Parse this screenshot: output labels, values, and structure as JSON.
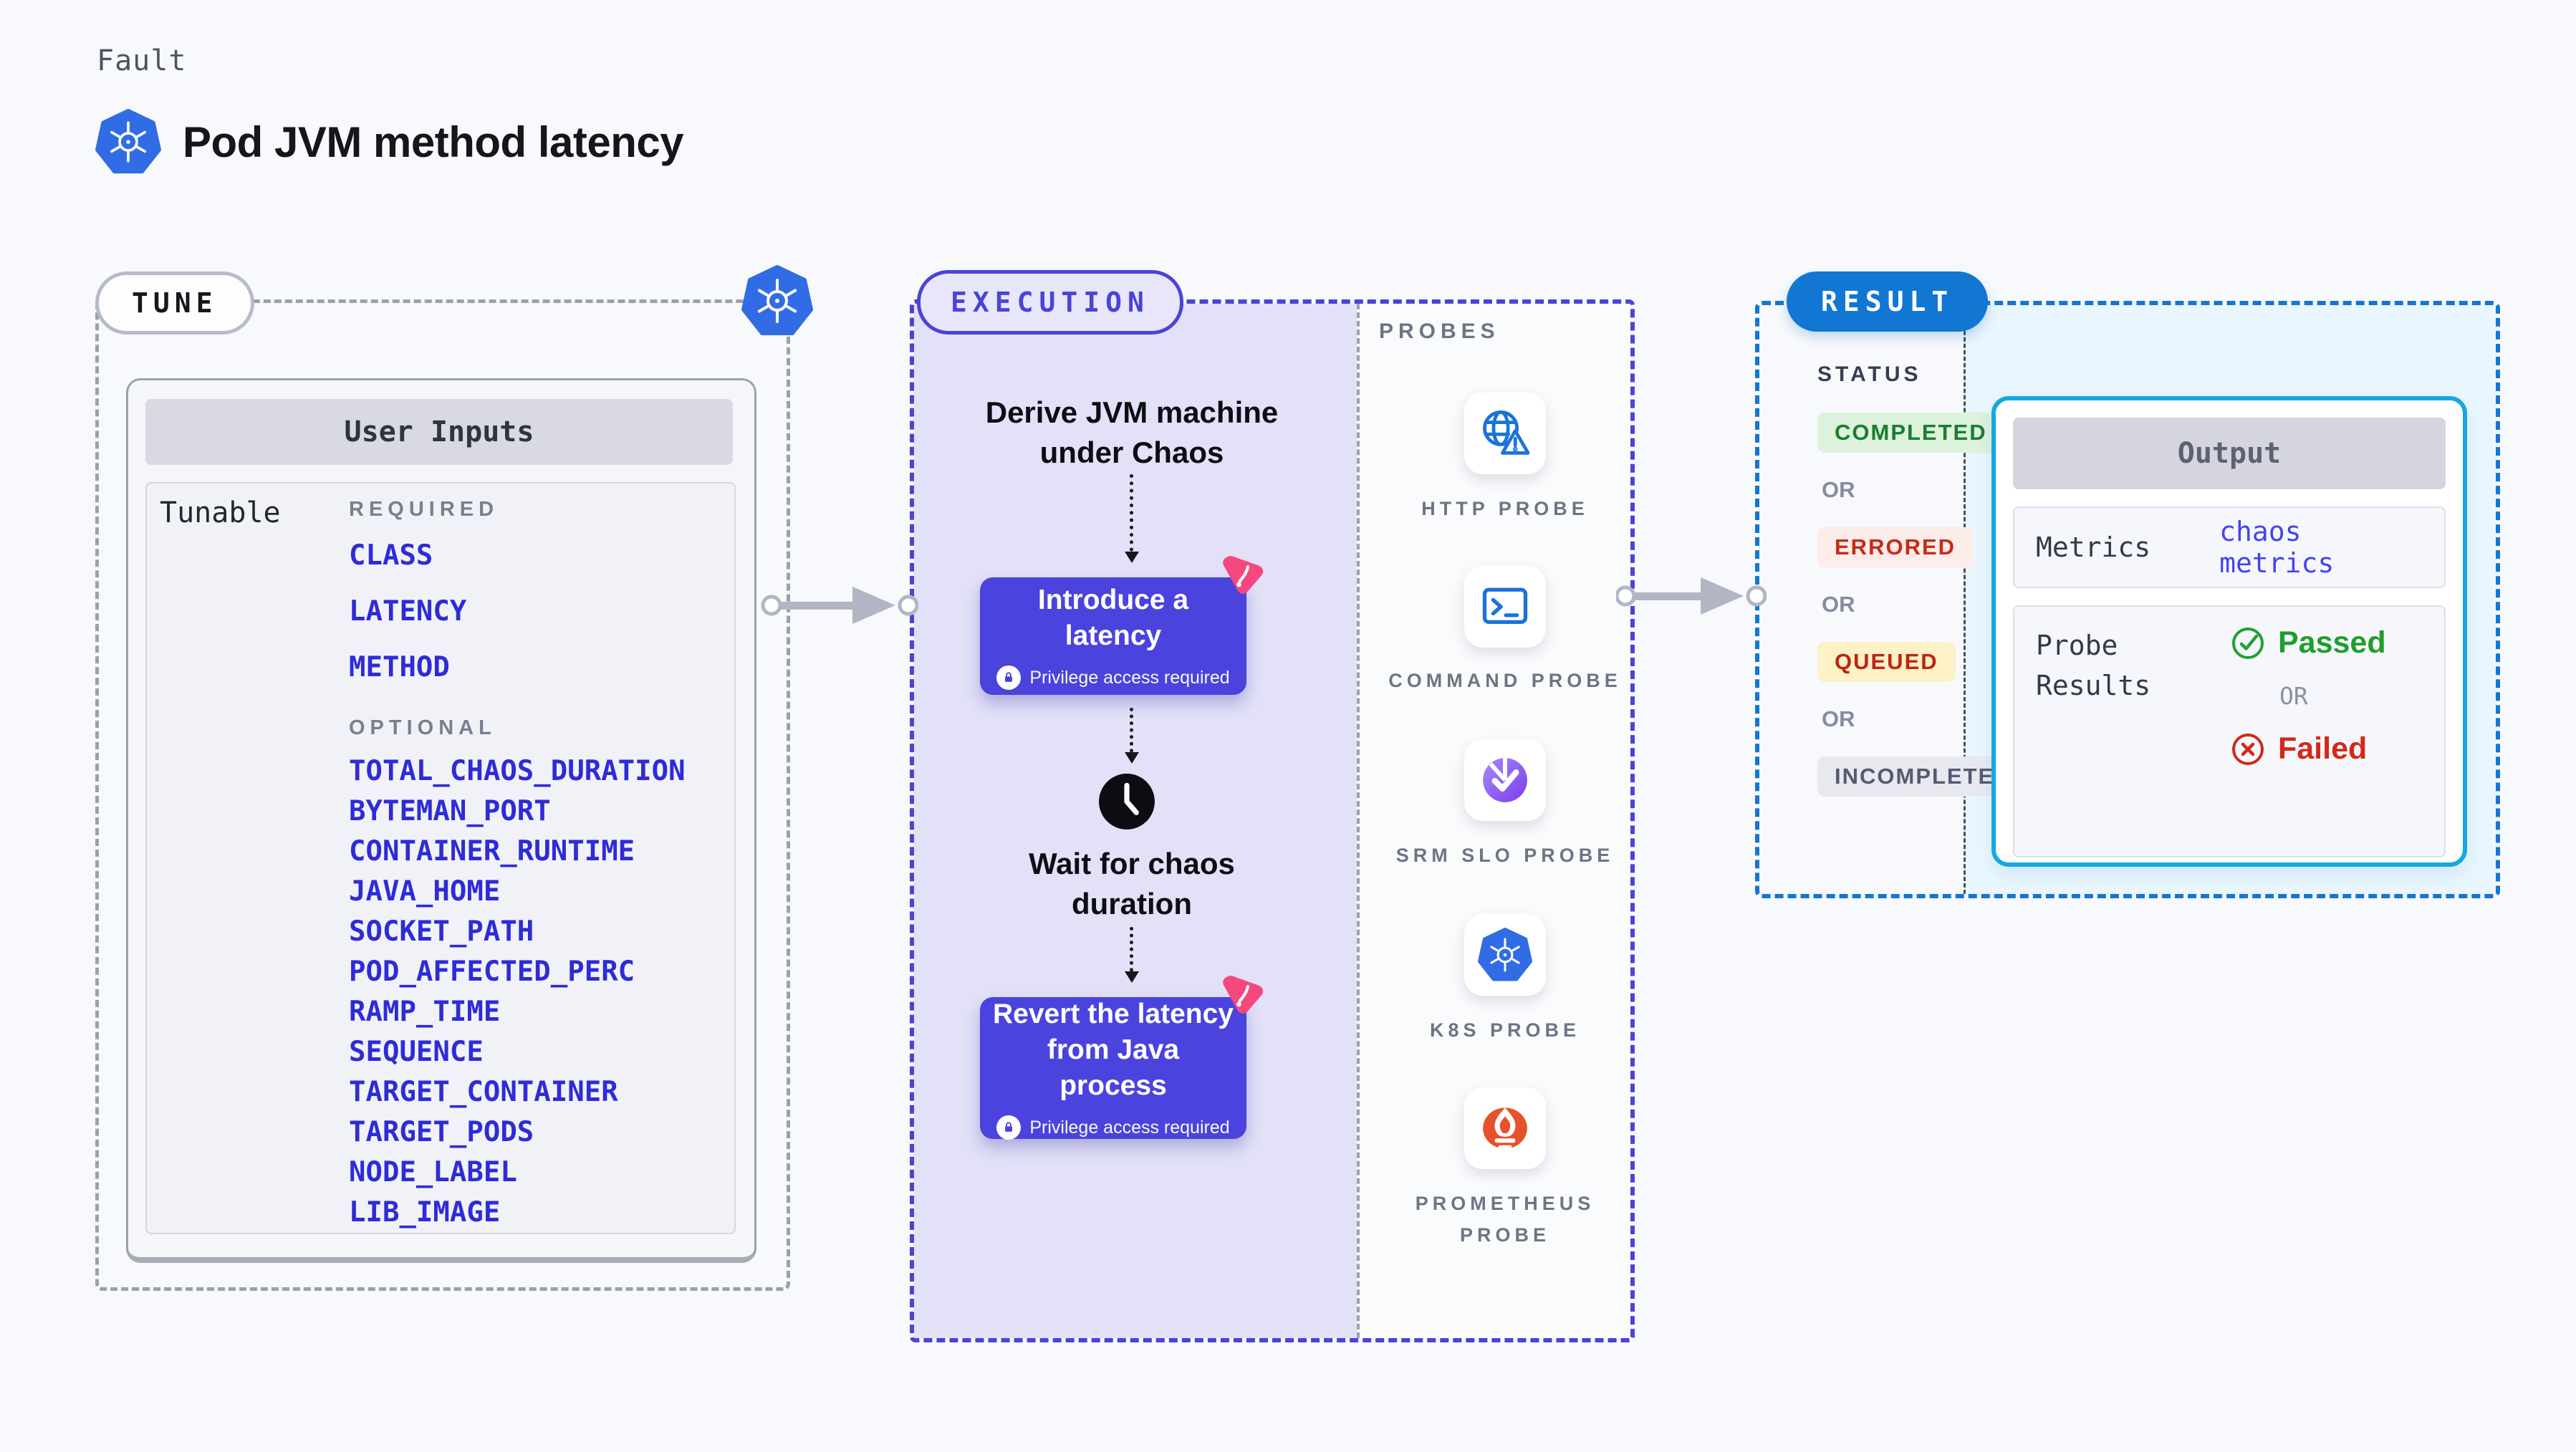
{
  "header": {
    "kicker": "Fault",
    "title": "Pod JVM method latency"
  },
  "tune": {
    "badge": "TUNE",
    "panel_title": "User Inputs",
    "row_label": "Tunable",
    "required_label": "REQUIRED",
    "optional_label": "OPTIONAL",
    "required_params": [
      "CLASS",
      "LATENCY",
      "METHOD"
    ],
    "optional_params": [
      "TOTAL_CHAOS_DURATION",
      "BYTEMAN_PORT",
      "CONTAINER_RUNTIME",
      "JAVA_HOME",
      "SOCKET_PATH",
      "POD_AFFECTED_PERC",
      "RAMP_TIME",
      "SEQUENCE",
      "TARGET_CONTAINER",
      "TARGET_PODS",
      "NODE_LABEL",
      "LIB_IMAGE"
    ]
  },
  "execution": {
    "badge": "EXECUTION",
    "step_derive": "Derive JVM machine under Chaos",
    "action_introduce": "Introduce a latency",
    "privilege_note": "Privilege access required",
    "step_wait": "Wait for chaos duration",
    "action_revert": "Revert the latency from Java process"
  },
  "probes": {
    "label": "PROBES",
    "items": [
      {
        "label": "HTTP PROBE",
        "icon": "http-probe-icon"
      },
      {
        "label": "COMMAND PROBE",
        "icon": "command-probe-icon"
      },
      {
        "label": "SRM SLO PROBE",
        "icon": "srm-slo-probe-icon"
      },
      {
        "label": "K8S PROBE",
        "icon": "k8s-probe-icon"
      },
      {
        "label": "PROMETHEUS PROBE",
        "icon": "prometheus-probe-icon"
      }
    ]
  },
  "result": {
    "badge": "RESULT",
    "status_label": "STATUS",
    "or_label": "OR",
    "statuses": [
      {
        "label": "COMPLETED",
        "bg": "#ddf2dd",
        "color": "#1c7d2e"
      },
      {
        "label": "ERRORED",
        "bg": "#fcecea",
        "color": "#c62b17"
      },
      {
        "label": "QUEUED",
        "bg": "#fdf1c8",
        "color": "#bf2410"
      },
      {
        "label": "INCOMPLETED",
        "bg": "#e8e9f0",
        "color": "#555a72"
      }
    ],
    "output": {
      "title": "Output",
      "metrics_label": "Metrics",
      "metrics_value": "chaos metrics",
      "probe_results_label": "Probe Results",
      "passed_label": "Passed",
      "or_label": "OR",
      "failed_label": "Failed"
    }
  },
  "colors": {
    "page_bg": "#f8f9fc",
    "execution_fill": "#e2e1f8",
    "execution_border": "#4a43d8",
    "tune_border": "#9aa1ad",
    "result_border": "#1277d3",
    "result_fill": "#e9f6fd",
    "param_link": "#2e2bd8",
    "action_button": "#4a43dd",
    "kubernetes_blue": "#326CE5",
    "prometheus_orange": "#e6522c",
    "chaos_pink": "#f5487f",
    "output_border": "#15a8e1",
    "passed_green": "#1e9e2b",
    "failed_red": "#d2281a"
  }
}
